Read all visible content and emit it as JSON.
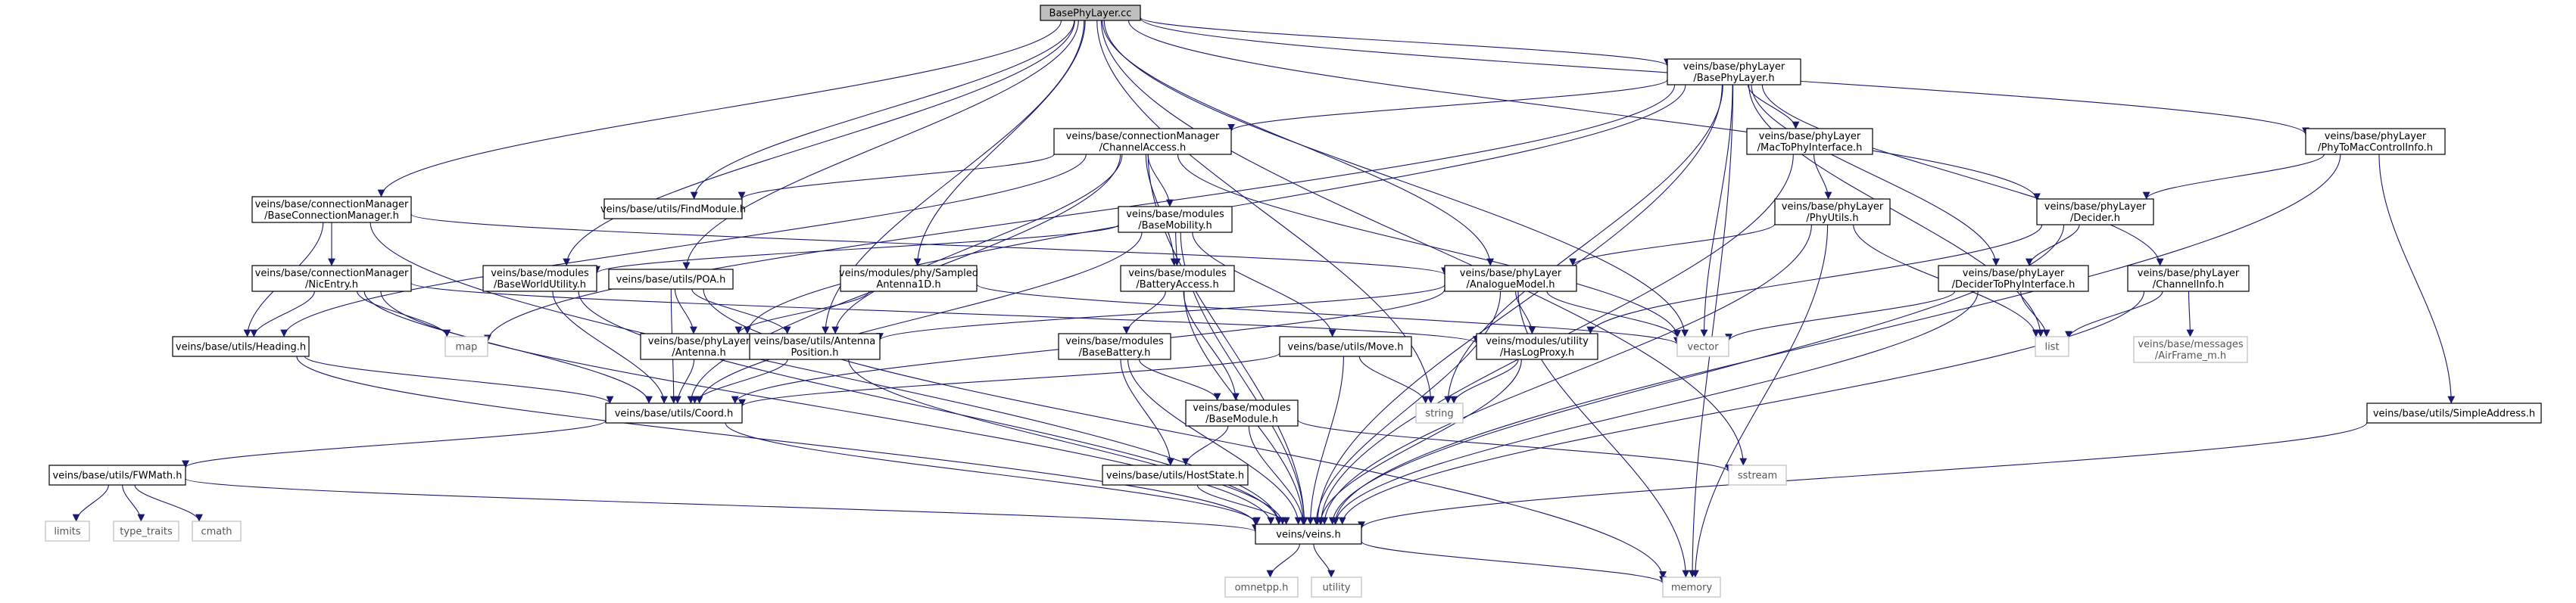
{
  "diagram": {
    "colors": {
      "edge": "#191970",
      "node_border": "#000000",
      "external_border": "#bfbfbf",
      "root_fill": "#bfbfbf",
      "external_text": "#555555"
    },
    "nodes": [
      {
        "id": "root",
        "lines": [
          "BasePhyLayer.cc"
        ],
        "kind": "root"
      },
      {
        "id": "bpl_h",
        "lines": [
          "veins/base/phyLayer",
          "/BasePhyLayer.h"
        ],
        "kind": "file"
      },
      {
        "id": "cm_bcm",
        "lines": [
          "veins/base/connectionManager",
          "/BaseConnectionManager.h"
        ],
        "kind": "file"
      },
      {
        "id": "cm_ca",
        "lines": [
          "veins/base/connectionManager",
          "/ChannelAccess.h"
        ],
        "kind": "file"
      },
      {
        "id": "cm_nic",
        "lines": [
          "veins/base/connectionManager",
          "/NicEntry.h"
        ],
        "kind": "file"
      },
      {
        "id": "findmod",
        "lines": [
          "veins/base/utils/FindModule.h"
        ],
        "kind": "file"
      },
      {
        "id": "basemob",
        "lines": [
          "veins/base/modules",
          "/BaseMobility.h"
        ],
        "kind": "file"
      },
      {
        "id": "bworld",
        "lines": [
          "veins/base/modules",
          "/BaseWorldUtility.h"
        ],
        "kind": "file"
      },
      {
        "id": "poa",
        "lines": [
          "veins/base/utils/POA.h"
        ],
        "kind": "file"
      },
      {
        "id": "psant",
        "lines": [
          "veins/modules/phy/Sampled",
          "Antenna1D.h"
        ],
        "kind": "file"
      },
      {
        "id": "battacc",
        "lines": [
          "veins/base/modules",
          "/BatteryAccess.h"
        ],
        "kind": "file"
      },
      {
        "id": "basebatt",
        "lines": [
          "veins/base/modules",
          "/BaseBattery.h"
        ],
        "kind": "file"
      },
      {
        "id": "basemod",
        "lines": [
          "veins/base/modules",
          "/BaseModule.h"
        ],
        "kind": "file"
      },
      {
        "id": "hoststate",
        "lines": [
          "veins/base/utils/HostState.h"
        ],
        "kind": "file"
      },
      {
        "id": "heading",
        "lines": [
          "veins/base/utils/Heading.h"
        ],
        "kind": "file"
      },
      {
        "id": "antenna",
        "lines": [
          "veins/base/phyLayer",
          "/Antenna.h"
        ],
        "kind": "file"
      },
      {
        "id": "antpos",
        "lines": [
          "veins/base/utils/Antenna",
          "Position.h"
        ],
        "kind": "file"
      },
      {
        "id": "coord",
        "lines": [
          "veins/base/utils/Coord.h"
        ],
        "kind": "file"
      },
      {
        "id": "fwmath",
        "lines": [
          "veins/base/utils/FWMath.h"
        ],
        "kind": "file"
      },
      {
        "id": "veins",
        "lines": [
          "veins/veins.h"
        ],
        "kind": "file"
      },
      {
        "id": "move",
        "lines": [
          "veins/base/utils/Move.h"
        ],
        "kind": "file"
      },
      {
        "id": "analogue",
        "lines": [
          "veins/base/phyLayer",
          "/AnalogueModel.h"
        ],
        "kind": "file"
      },
      {
        "id": "haslog",
        "lines": [
          "veins/modules/utility",
          "/HasLogProxy.h"
        ],
        "kind": "file"
      },
      {
        "id": "mac2phy",
        "lines": [
          "veins/base/phyLayer",
          "/MacToPhyInterface.h"
        ],
        "kind": "file"
      },
      {
        "id": "phyutils",
        "lines": [
          "veins/base/phyLayer",
          "/PhyUtils.h"
        ],
        "kind": "file"
      },
      {
        "id": "decider",
        "lines": [
          "veins/base/phyLayer",
          "/Decider.h"
        ],
        "kind": "file"
      },
      {
        "id": "dec2phy",
        "lines": [
          "veins/base/phyLayer",
          "/DeciderToPhyInterface.h"
        ],
        "kind": "file"
      },
      {
        "id": "chinfo",
        "lines": [
          "veins/base/phyLayer",
          "/ChannelInfo.h"
        ],
        "kind": "file"
      },
      {
        "id": "phy2mac",
        "lines": [
          "veins/base/phyLayer",
          "/PhyToMacControlInfo.h"
        ],
        "kind": "file"
      },
      {
        "id": "simpleaddr",
        "lines": [
          "veins/base/utils/SimpleAddress.h"
        ],
        "kind": "file"
      },
      {
        "id": "airframe",
        "lines": [
          "veins/base/messages",
          "/AirFrame_m.h"
        ],
        "kind": "ext"
      },
      {
        "id": "map",
        "lines": [
          "map"
        ],
        "kind": "ext"
      },
      {
        "id": "vector",
        "lines": [
          "vector"
        ],
        "kind": "ext"
      },
      {
        "id": "string",
        "lines": [
          "string"
        ],
        "kind": "ext"
      },
      {
        "id": "list",
        "lines": [
          "list"
        ],
        "kind": "ext"
      },
      {
        "id": "sstream",
        "lines": [
          "sstream"
        ],
        "kind": "ext"
      },
      {
        "id": "memory",
        "lines": [
          "memory"
        ],
        "kind": "ext"
      },
      {
        "id": "limits",
        "lines": [
          "limits"
        ],
        "kind": "ext"
      },
      {
        "id": "typetraits",
        "lines": [
          "type_traits"
        ],
        "kind": "ext"
      },
      {
        "id": "cmath",
        "lines": [
          "cmath"
        ],
        "kind": "ext"
      },
      {
        "id": "omnetpp",
        "lines": [
          "omnetpp.h"
        ],
        "kind": "ext"
      },
      {
        "id": "utility",
        "lines": [
          "utility"
        ],
        "kind": "ext"
      }
    ],
    "edges": [
      [
        "root",
        "bpl_h"
      ],
      [
        "root",
        "cm_bcm"
      ],
      [
        "root",
        "findmod"
      ],
      [
        "root",
        "bworld"
      ],
      [
        "root",
        "poa"
      ],
      [
        "root",
        "psant"
      ],
      [
        "root",
        "antpos"
      ],
      [
        "root",
        "vector"
      ],
      [
        "root",
        "string"
      ],
      [
        "root",
        "sstream"
      ],
      [
        "root",
        "decider"
      ],
      [
        "root",
        "phy2mac"
      ],
      [
        "root",
        "analogue"
      ],
      [
        "bpl_h",
        "cm_ca"
      ],
      [
        "bpl_h",
        "mac2phy"
      ],
      [
        "bpl_h",
        "dec2phy"
      ],
      [
        "bpl_h",
        "chinfo"
      ],
      [
        "bpl_h",
        "antenna"
      ],
      [
        "bpl_h",
        "map"
      ],
      [
        "bpl_h",
        "vector"
      ],
      [
        "bpl_h",
        "string"
      ],
      [
        "bpl_h",
        "memory"
      ],
      [
        "bpl_h",
        "list"
      ],
      [
        "bpl_h",
        "veins"
      ],
      [
        "cm_ca",
        "findmod"
      ],
      [
        "cm_ca",
        "basemob"
      ],
      [
        "cm_ca",
        "battacc"
      ],
      [
        "cm_ca",
        "heading"
      ],
      [
        "cm_ca",
        "antpos"
      ],
      [
        "cm_ca",
        "vector"
      ],
      [
        "cm_ca",
        "veins"
      ],
      [
        "cm_ca",
        "coord"
      ],
      [
        "cm_bcm",
        "cm_nic"
      ],
      [
        "cm_bcm",
        "heading"
      ],
      [
        "cm_bcm",
        "veins"
      ],
      [
        "cm_bcm",
        "analogue"
      ],
      [
        "cm_nic",
        "heading"
      ],
      [
        "cm_nic",
        "map"
      ],
      [
        "cm_nic",
        "coord"
      ],
      [
        "cm_nic",
        "veins"
      ],
      [
        "cm_nic",
        "haslog"
      ],
      [
        "basemob",
        "battacc"
      ],
      [
        "basemob",
        "move"
      ],
      [
        "basemob",
        "coord"
      ],
      [
        "basemob",
        "veins"
      ],
      [
        "basemob",
        "bworld"
      ],
      [
        "bworld",
        "coord"
      ],
      [
        "bworld",
        "veins"
      ],
      [
        "poa",
        "antenna"
      ],
      [
        "poa",
        "antpos"
      ],
      [
        "poa",
        "coord"
      ],
      [
        "poa",
        "memory"
      ],
      [
        "psant",
        "antenna"
      ],
      [
        "psant",
        "vector"
      ],
      [
        "battacc",
        "basebatt"
      ],
      [
        "battacc",
        "basemod"
      ],
      [
        "battacc",
        "veins"
      ],
      [
        "basebatt",
        "basemod"
      ],
      [
        "basebatt",
        "hoststate"
      ],
      [
        "basebatt",
        "veins"
      ],
      [
        "basemod",
        "hoststate"
      ],
      [
        "basemod",
        "veins"
      ],
      [
        "basemod",
        "sstream"
      ],
      [
        "hoststate",
        "veins"
      ],
      [
        "heading",
        "coord"
      ],
      [
        "heading",
        "veins"
      ],
      [
        "antenna",
        "coord"
      ],
      [
        "antpos",
        "coord"
      ],
      [
        "antpos",
        "veins"
      ],
      [
        "coord",
        "fwmath"
      ],
      [
        "coord",
        "veins"
      ],
      [
        "fwmath",
        "limits"
      ],
      [
        "fwmath",
        "typetraits"
      ],
      [
        "fwmath",
        "cmath"
      ],
      [
        "fwmath",
        "veins"
      ],
      [
        "move",
        "coord"
      ],
      [
        "move",
        "string"
      ],
      [
        "move",
        "veins"
      ],
      [
        "analogue",
        "antpos"
      ],
      [
        "analogue",
        "coord"
      ],
      [
        "analogue",
        "haslog"
      ],
      [
        "analogue",
        "vector"
      ],
      [
        "analogue",
        "memory"
      ],
      [
        "analogue",
        "veins"
      ],
      [
        "haslog",
        "string"
      ],
      [
        "haslog",
        "veins"
      ],
      [
        "mac2phy",
        "phyutils"
      ],
      [
        "mac2phy",
        "veins"
      ],
      [
        "phyutils",
        "analogue"
      ],
      [
        "phyutils",
        "list"
      ],
      [
        "phyutils",
        "memory"
      ],
      [
        "phyutils",
        "veins"
      ],
      [
        "decider",
        "dec2phy"
      ],
      [
        "decider",
        "haslog"
      ],
      [
        "decider",
        "veins"
      ],
      [
        "dec2phy",
        "vector"
      ],
      [
        "dec2phy",
        "list"
      ],
      [
        "dec2phy",
        "veins"
      ],
      [
        "chinfo",
        "list"
      ],
      [
        "chinfo",
        "airframe"
      ],
      [
        "chinfo",
        "veins"
      ],
      [
        "phy2mac",
        "decider"
      ],
      [
        "phy2mac",
        "simpleaddr"
      ],
      [
        "phy2mac",
        "veins"
      ],
      [
        "simpleaddr",
        "veins"
      ],
      [
        "veins",
        "omnetpp"
      ],
      [
        "veins",
        "utility"
      ],
      [
        "veins",
        "memory"
      ]
    ]
  }
}
